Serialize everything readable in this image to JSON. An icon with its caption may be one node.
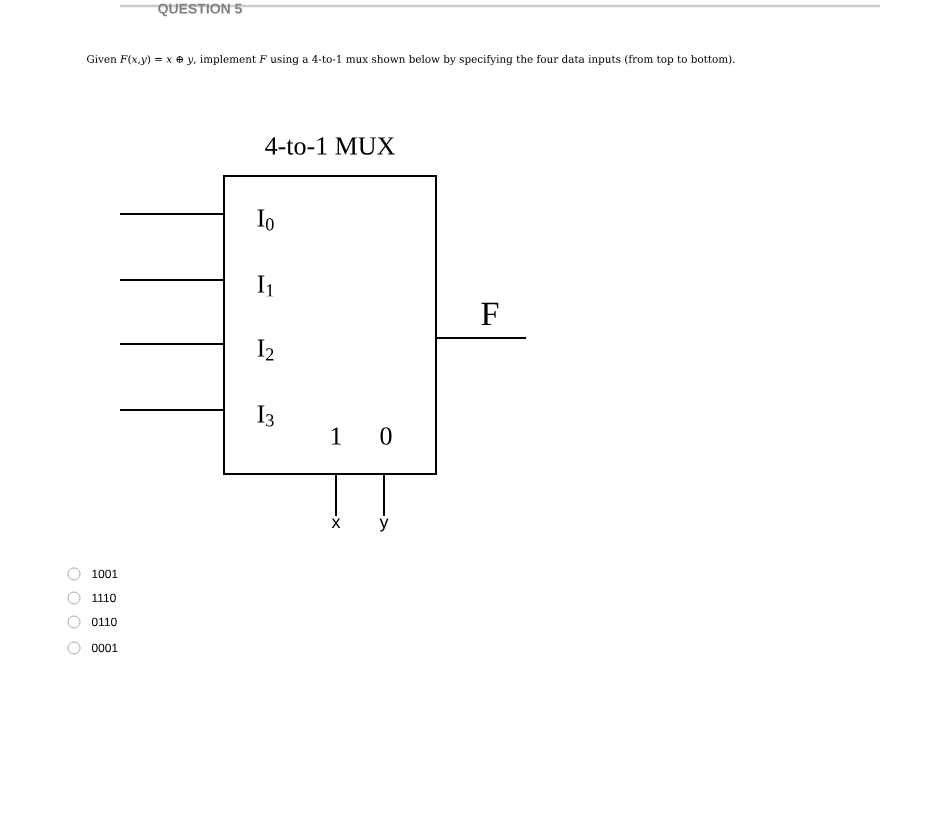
{
  "diagram": {
    "title": "QUESTION 5",
    "nodes": [
      {
        "text": [
          "4-to-1 MUX",
          "I$_{0}$",
          "I$_{1}$",
          "I$_{2}$",
          "I$_{3}$",
          "1",
          "0"
        ]
      },
      {
        "text": [
          "x"
        ]
      },
      {
        "text": [
          "y"
        ]
      }
    ],
    "edges": [
      {
        "from": null,
        "to": 0,
        "arrow": "none"
      },
      {
        "from": null,
        "to": 0,
        "arrow": "none"
      },
      {
        "from": null,
        "to": 0,
        "arrow": "none"
      },
      {
        "from": null,
        "to": 0,
        "arrow": "none"
      },
      {
        "from": 0,
        "to": null,
        "arrow": "none"
      },
      {
        "from": 1,
        "to": 0,
        "arrow": "none"
      },
      {
        "from": 2,
        "to": 0,
        "arrow": "none"
      }
    ],
    "labels": [
      "Given *F*(*x*,*y*) = *x* ⊕ *y*, implement *F* using a 4-to-1 mux shown below by specifying the four data inputs (from top to bottom).",
      "F",
      "1001",
      "1110",
      "0110",
      "0001"
    ]
  }
}
